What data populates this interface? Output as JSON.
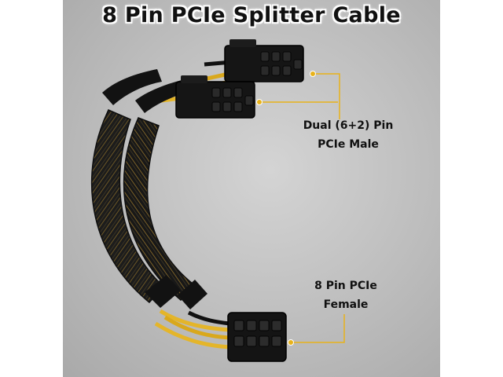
{
  "title": "8 Pin PCIe Splitter Cable",
  "labels": {
    "male_line1": "Dual (6+2) Pin",
    "male_line2": "PCIe Male",
    "female_line1": "8 Pin PCIe",
    "female_line2": "Female"
  },
  "colors": {
    "background": "#bdbdbd",
    "sleeve": "#1b1b1b",
    "wire_yellow": "#e0b020",
    "callout_line": "#e8b21a",
    "connector": "#111111"
  },
  "icons": {
    "product": "pcie-splitter-cable-illustration"
  }
}
